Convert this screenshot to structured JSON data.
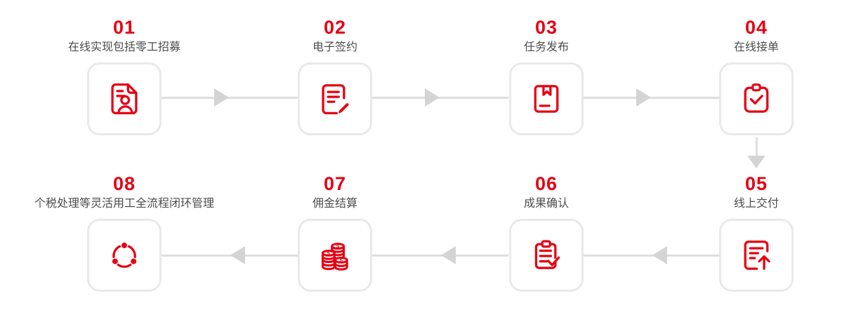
{
  "title": "flexible-employment-process-flow",
  "colors": {
    "accent": "#e60012",
    "label_text": "#4d4d4d",
    "box_border": "#e9e9e9",
    "arrow_line": "#dedede",
    "arrow_head": "#d4d4d4",
    "background": "#ffffff"
  },
  "flow": {
    "row1_direction": "left-to-right",
    "row2_direction": "right-to-left",
    "connector_04_to_05": "down-arrow"
  },
  "steps": [
    {
      "num": "01",
      "label": "在线实现包括零工招募",
      "icon": "resume-document-icon"
    },
    {
      "num": "02",
      "label": "电子签约",
      "icon": "contract-sign-icon"
    },
    {
      "num": "03",
      "label": "任务发布",
      "icon": "task-publish-icon"
    },
    {
      "num": "04",
      "label": "在线接单",
      "icon": "order-accept-icon"
    },
    {
      "num": "05",
      "label": "线上交付",
      "icon": "online-delivery-icon"
    },
    {
      "num": "06",
      "label": "成果确认",
      "icon": "result-confirm-icon"
    },
    {
      "num": "07",
      "label": "佣金结算",
      "icon": "commission-coins-icon"
    },
    {
      "num": "08",
      "label": "个税处理等灵活用工全流程闭环管理",
      "icon": "closed-loop-cycle-icon"
    }
  ]
}
